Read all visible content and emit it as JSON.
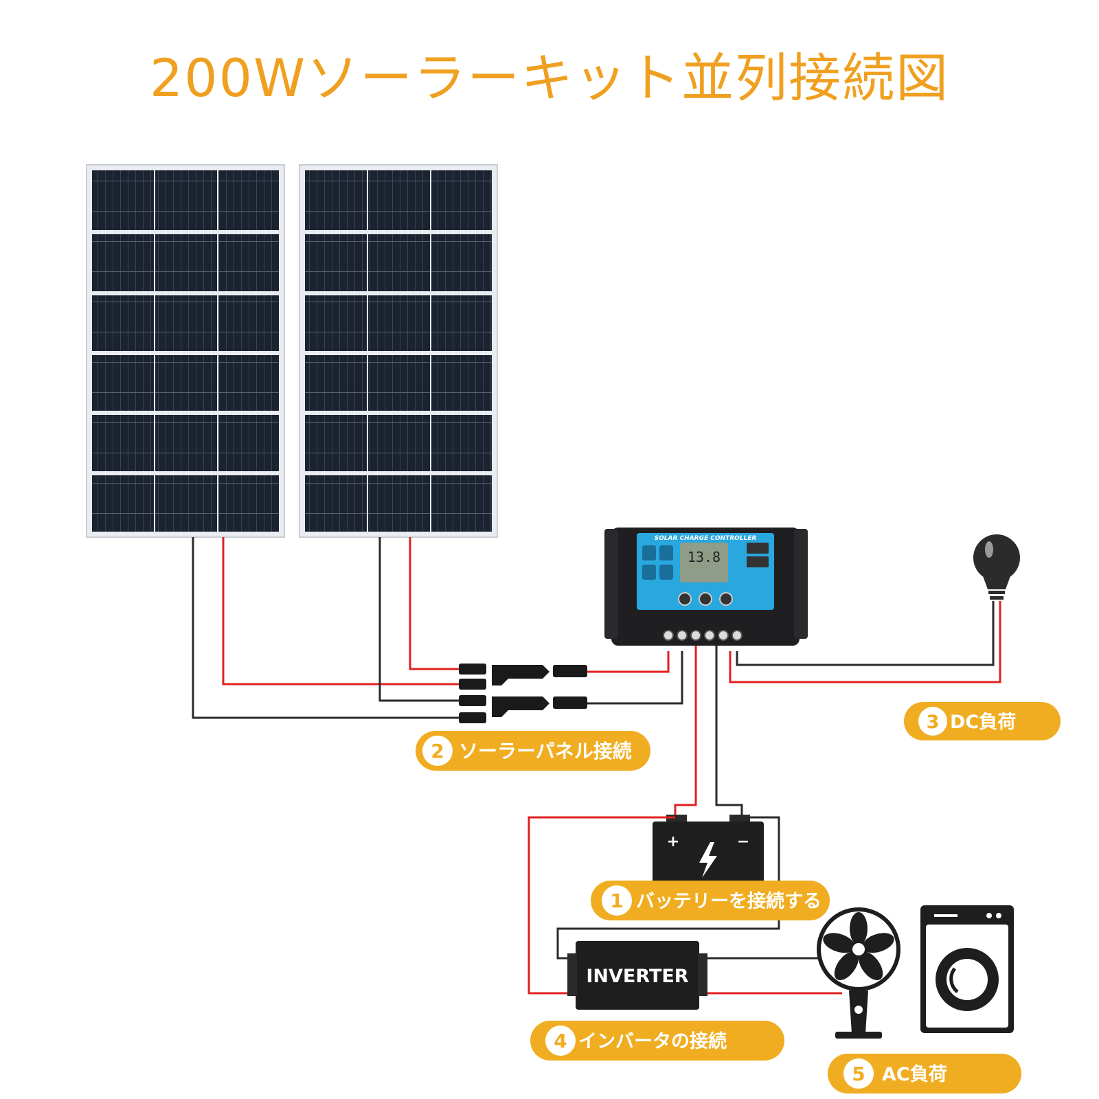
{
  "title": "200Wソーラーキット並列接続図",
  "colors": {
    "accent": "#f0a020",
    "badge": "#f0ad21",
    "wire_red": "#e02020",
    "wire_black": "#2a2a2a",
    "controller_blue": "#29a7df",
    "panel_cell": "#1b2230"
  },
  "controller": {
    "label": "SOLAR CHARGE CONTROLLER",
    "display": "13.8"
  },
  "inverter": {
    "label": "INVERTER"
  },
  "battery": {
    "plus": "+",
    "minus": "−"
  },
  "steps": [
    {
      "number": "1",
      "label": "バッテリーを接続する"
    },
    {
      "number": "2",
      "label": "ソーラーパネル接続"
    },
    {
      "number": "3",
      "label": "DC負荷"
    },
    {
      "number": "4",
      "label": "インバータの接続"
    },
    {
      "number": "5",
      "label": "AC負荷"
    }
  ],
  "icons": {
    "bulb": "light-bulb-icon",
    "fan": "fan-icon",
    "washer": "washing-machine-icon",
    "bolt": "lightning-bolt-icon"
  }
}
